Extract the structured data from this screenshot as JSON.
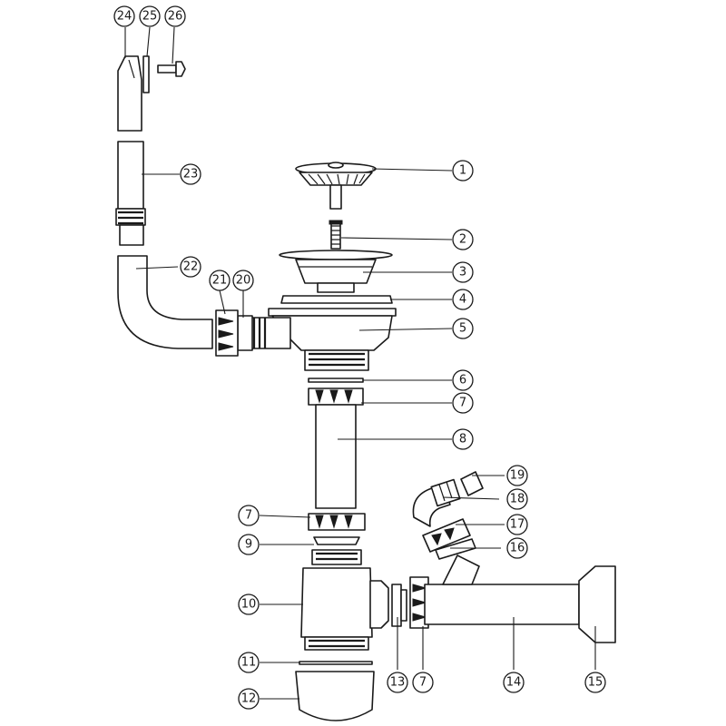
{
  "callouts": [
    {
      "id": "1",
      "label": "1"
    },
    {
      "id": "2",
      "label": "2"
    },
    {
      "id": "3",
      "label": "3"
    },
    {
      "id": "4",
      "label": "4"
    },
    {
      "id": "5",
      "label": "5"
    },
    {
      "id": "6",
      "label": "6"
    },
    {
      "id": "7a",
      "label": "7"
    },
    {
      "id": "8",
      "label": "8"
    },
    {
      "id": "7b",
      "label": "7"
    },
    {
      "id": "9",
      "label": "9"
    },
    {
      "id": "10",
      "label": "10"
    },
    {
      "id": "11",
      "label": "11"
    },
    {
      "id": "12",
      "label": "12"
    },
    {
      "id": "13",
      "label": "13"
    },
    {
      "id": "7c",
      "label": "7"
    },
    {
      "id": "14",
      "label": "14"
    },
    {
      "id": "15",
      "label": "15"
    },
    {
      "id": "16",
      "label": "16"
    },
    {
      "id": "17",
      "label": "17"
    },
    {
      "id": "18",
      "label": "18"
    },
    {
      "id": "19",
      "label": "19"
    },
    {
      "id": "20",
      "label": "20"
    },
    {
      "id": "21",
      "label": "21"
    },
    {
      "id": "22",
      "label": "22"
    },
    {
      "id": "23",
      "label": "23"
    },
    {
      "id": "24",
      "label": "24"
    },
    {
      "id": "25",
      "label": "25"
    },
    {
      "id": "26",
      "label": "26"
    }
  ]
}
